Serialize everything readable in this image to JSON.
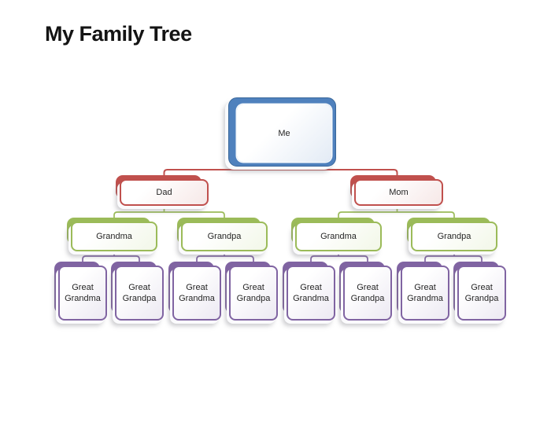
{
  "title": "My Family Tree",
  "colors": {
    "me_blue": "#4F81BD",
    "parent_red": "#C0504D",
    "grandparent_green": "#9BBB59",
    "great_grandparent_purple": "#8064A2"
  },
  "tree": {
    "me": {
      "label": "Me"
    },
    "parents": [
      {
        "label": "Dad"
      },
      {
        "label": "Mom"
      }
    ],
    "grandparents": [
      {
        "label": "Grandma"
      },
      {
        "label": "Grandpa"
      },
      {
        "label": "Grandma"
      },
      {
        "label": "Grandpa"
      }
    ],
    "great_grandparents": [
      {
        "label": "Great Grandma"
      },
      {
        "label": "Great Grandpa"
      },
      {
        "label": "Great Grandma"
      },
      {
        "label": "Great Grandpa"
      },
      {
        "label": "Great Grandma"
      },
      {
        "label": "Great Grandpa"
      },
      {
        "label": "Great Grandma"
      },
      {
        "label": "Great Grandpa"
      }
    ]
  }
}
